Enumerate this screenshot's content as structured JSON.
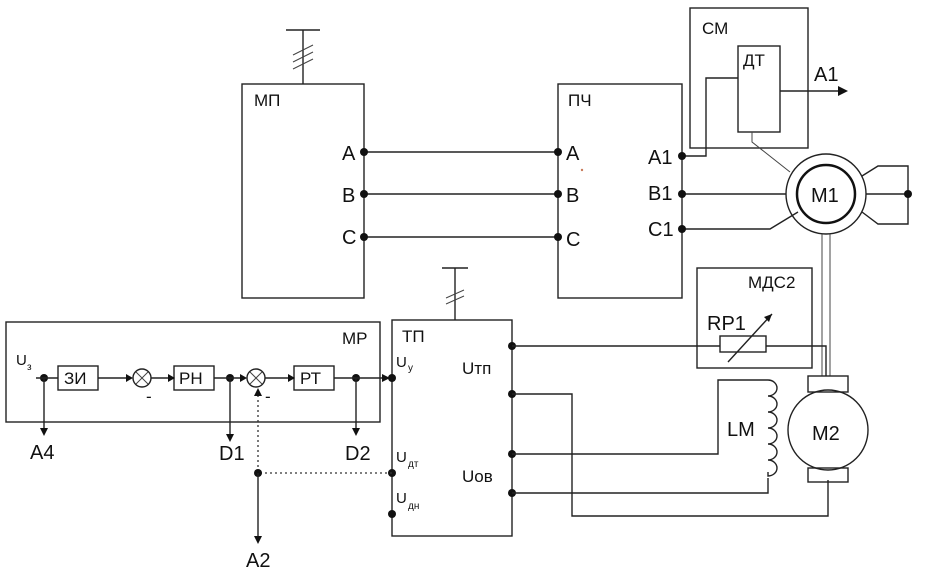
{
  "blocks": {
    "mp": "МП",
    "pch": "ПЧ",
    "sm": "СМ",
    "dt": "ДТ",
    "mds2": "МДС2",
    "mr": "МР",
    "tp": "ТП",
    "zi": "ЗИ",
    "rn": "РН",
    "rt": "РТ"
  },
  "motors": {
    "m1": "M1",
    "m2": "M2",
    "lm": "LM",
    "rp1": "RP1"
  },
  "terminals": {
    "mp_a": "A",
    "mp_b": "B",
    "mp_c": "C",
    "pch_a": "A",
    "pch_b": "B",
    "pch_c": "C",
    "pch_a1": "A1",
    "pch_b1": "B1",
    "pch_c1": "C1",
    "tp_utp": "Uтп",
    "tp_uov": "Uов",
    "tp_uy_main": "U",
    "tp_uy_sub": "у",
    "tp_udt_main": "U",
    "tp_udt_sub": "дт",
    "tp_udn_main": "U",
    "tp_udn_sub": "дн",
    "uz_main": "U",
    "uz_sub": "з"
  },
  "outputs": {
    "a1": "A1",
    "a2": "A2",
    "a4": "A4",
    "d1": "D1",
    "d2": "D2"
  },
  "signs": {
    "minus1": "-",
    "minus2": "-"
  }
}
